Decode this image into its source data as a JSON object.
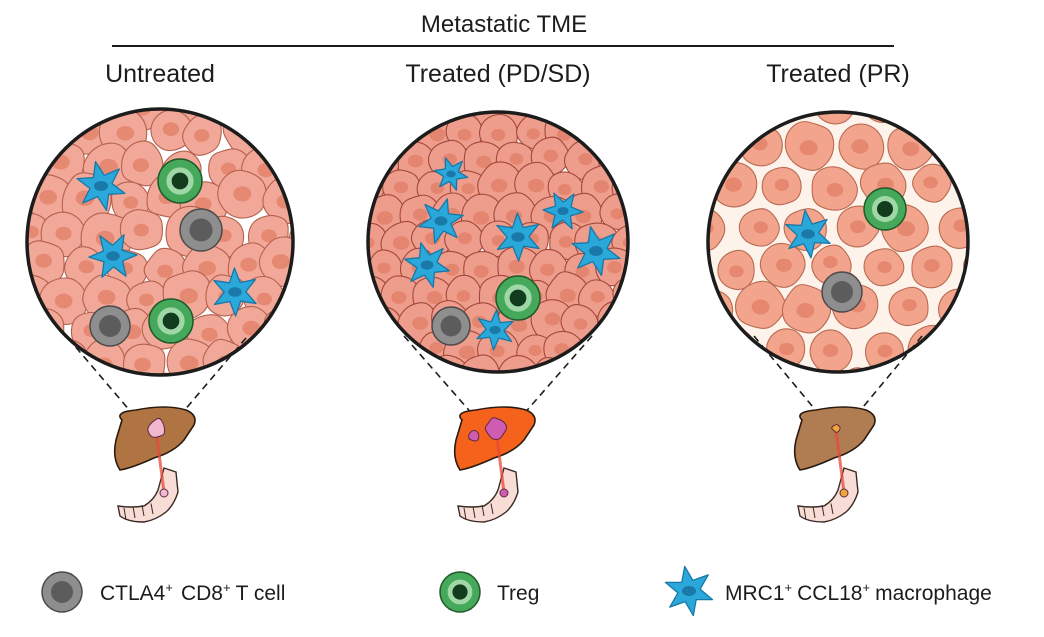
{
  "title": "Metastatic TME",
  "panels": [
    {
      "key": "untreated",
      "label": "Untreated",
      "liver_color": "#b07442"
    },
    {
      "key": "pdsd",
      "label": "Treated (PD/SD)",
      "liver_color": "#f4621c"
    },
    {
      "key": "pr",
      "label": "Treated (PR)",
      "liver_color": "#b07c52"
    }
  ],
  "legend": [
    {
      "key": "tcell",
      "name": "CTLA4",
      "sup": "+",
      "name2": "CD8",
      "sup2": "+",
      "tail": "T cell",
      "icon": "grey-cell-icon",
      "color": "#8c8c8c"
    },
    {
      "key": "treg",
      "name": "Treg",
      "icon": "green-cell-icon",
      "color": "#3f9e4f"
    },
    {
      "key": "macrophage",
      "name": "MRC1",
      "sup": "+",
      "name2": "CCL18",
      "sup2": "+",
      "tail": "macrophage",
      "icon": "blue-star-icon",
      "color": "#29a8d9"
    }
  ],
  "colors": {
    "tumor_cell": "#f0a696",
    "tumor_nucleus": "#e07f66",
    "macrophage": "#29a8d9",
    "treg": "#3f9e4f",
    "tcell": "#8c8c8c"
  }
}
